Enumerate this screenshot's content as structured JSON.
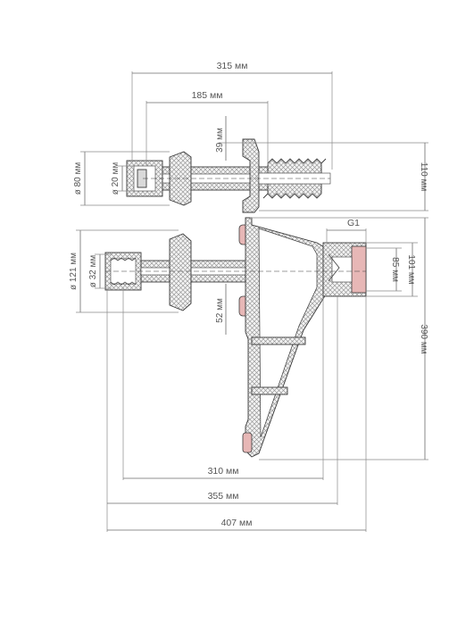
{
  "dimensions": {
    "top_length": "315 мм",
    "inner_length": "185 мм",
    "offset_39": "39 мм",
    "dia_80": "ø 80 мм",
    "dia_20": "ø 20 мм",
    "height_110": "110 мм",
    "thread_g1": "G1",
    "dia_121": "ø 121 мм",
    "dia_32": "ø 32 мм",
    "height_101": "101 мм",
    "height_85": "85 мм",
    "offset_52": "52 мм",
    "total_390": "390 мм",
    "len_310": "310 мм",
    "len_355": "355 мм",
    "len_407": "407 мм"
  }
}
